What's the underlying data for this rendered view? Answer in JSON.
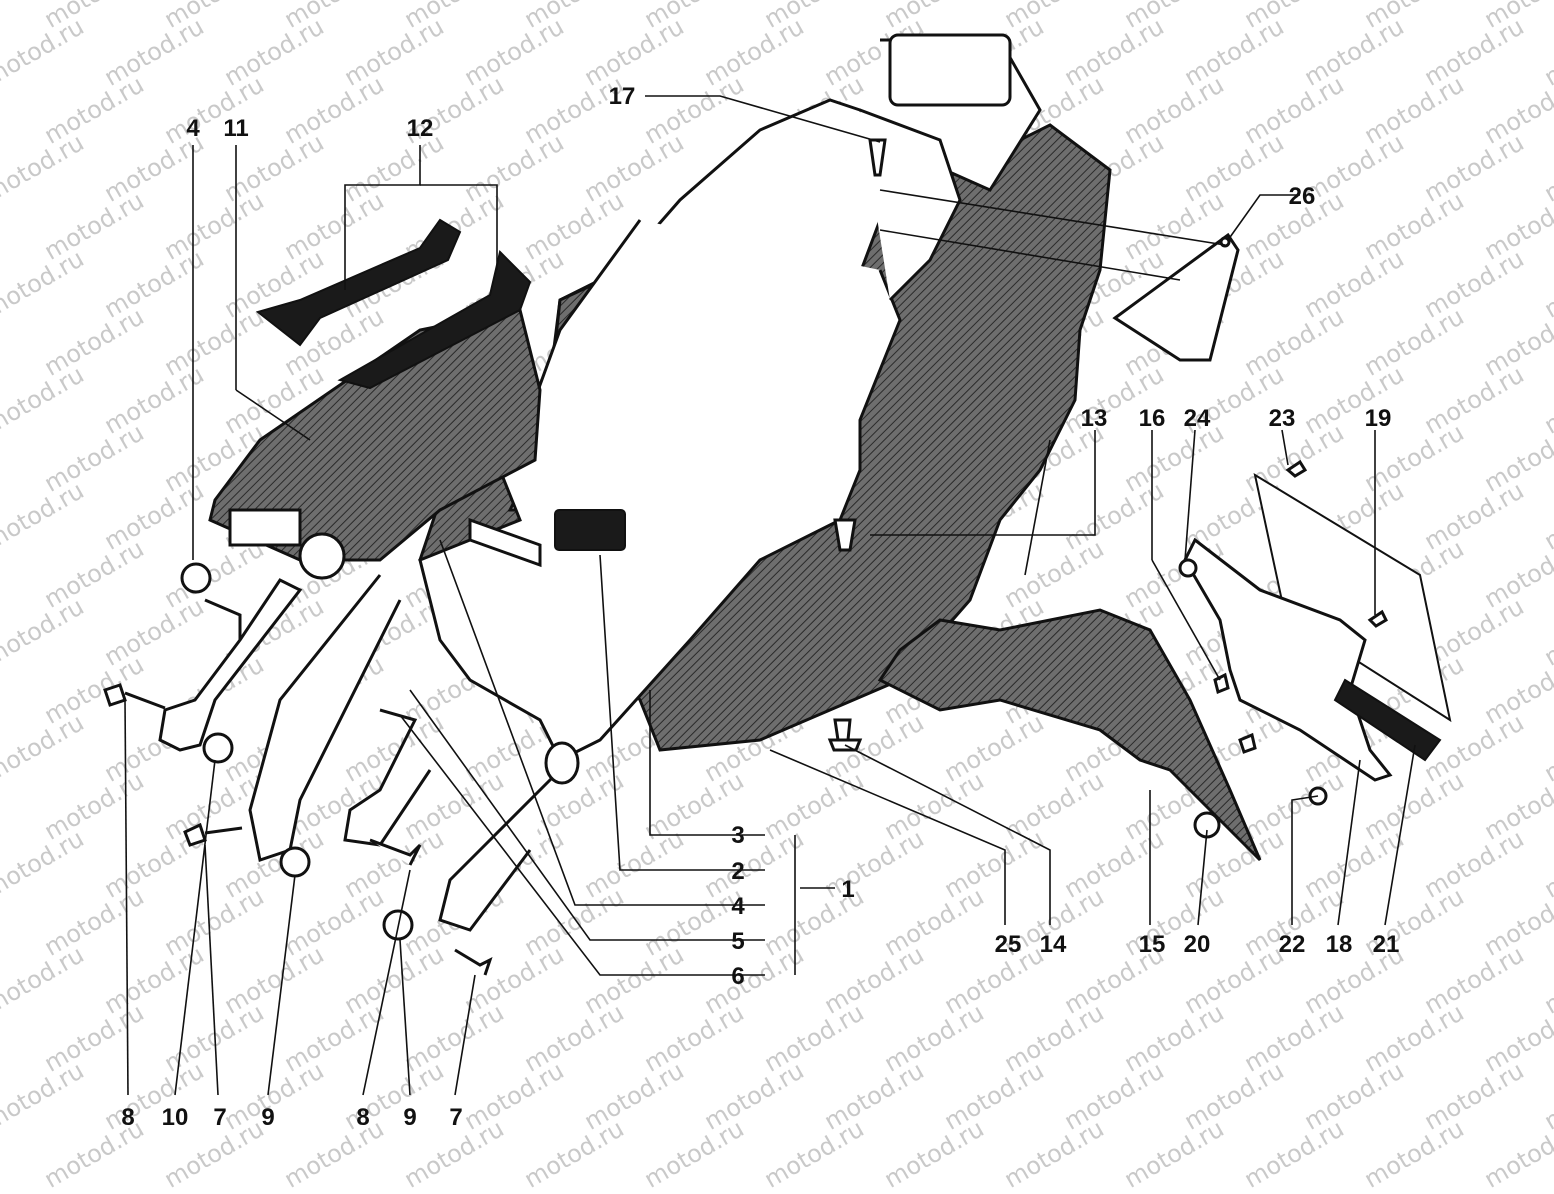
{
  "diagram": {
    "watermark": "motod.ru",
    "labels": {
      "l1": "1",
      "l2": "2",
      "l3": "3",
      "l4": "4",
      "l5": "5",
      "l6": "6",
      "l7": "7",
      "l8": "8",
      "l9": "9",
      "l10": "10",
      "l11": "11",
      "l12": "12",
      "l13": "13",
      "l14": "14",
      "l15": "15",
      "l16": "16",
      "l17": "17",
      "l18": "18",
      "l19": "19",
      "l20": "20",
      "l21": "21",
      "l22": "22",
      "l23": "23",
      "l24": "24",
      "l25": "25",
      "l26": "26"
    }
  }
}
